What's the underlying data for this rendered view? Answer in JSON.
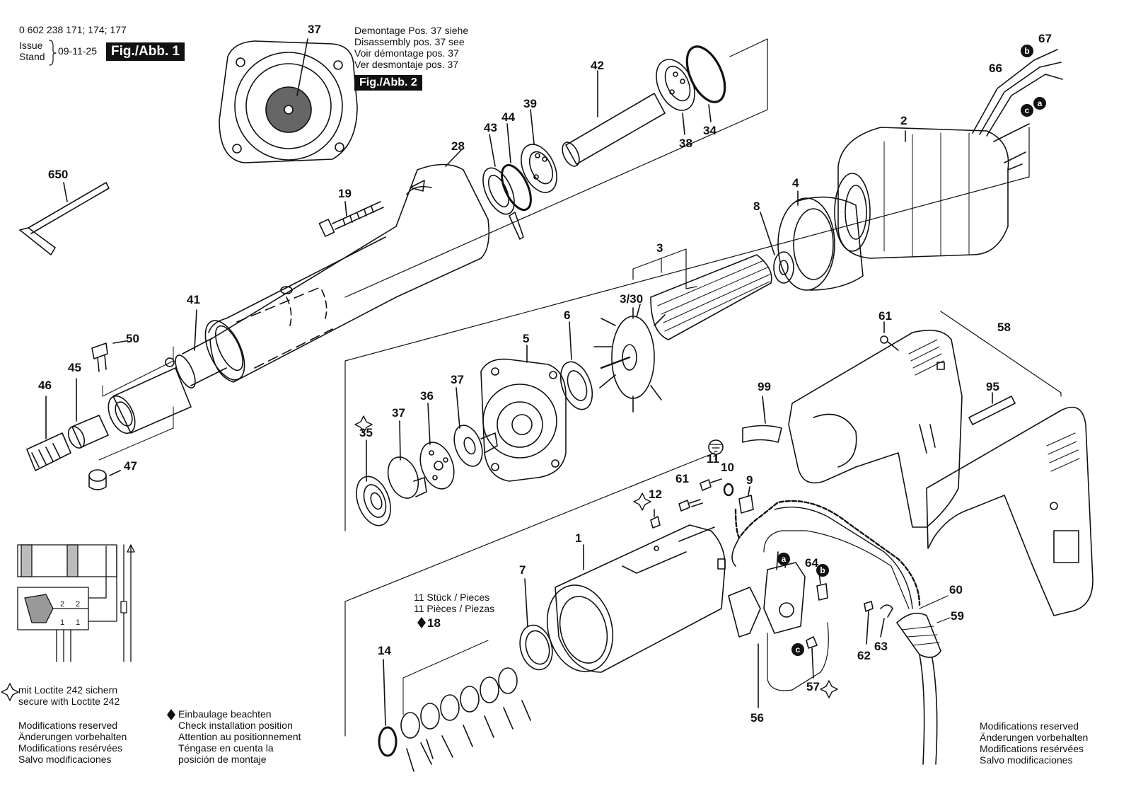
{
  "header": {
    "part_numbers": "0 602 238 171; 174; 177",
    "issue_label": "Issue",
    "stand_label": "Stand",
    "date": "09-11-25",
    "fig1": "Fig./Abb. 1",
    "fig2": "Fig./Abb. 2"
  },
  "disassembly_note": [
    "Demontage Pos. 37 siehe",
    "Disassembly pos. 37 see",
    "Voir démontage pos. 37",
    "Ver desmontaje pos. 37"
  ],
  "pieces_note": [
    "11 Stück / Pieces",
    "11 Pièces / Piezas"
  ],
  "loctite_note": [
    "mit Loctite 242 sichern",
    "secure with Loctite 242"
  ],
  "modifications_left": [
    "Modifications reserved",
    "Änderungen vorbehalten",
    "Modifications resérvées",
    "Salvo modificaciones"
  ],
  "install_note": [
    "Einbaulage beachten",
    "Check installation position",
    "Attention au positionnement",
    "Téngase en cuenta la",
    "posición de montaje"
  ],
  "modifications_right": [
    "Modifications reserved",
    "Änderungen vorbehalten",
    "Modifications resérvées",
    "Salvo modificaciones"
  ],
  "wiring_labels": {
    "t1": "2",
    "t2": "2",
    "t3": "1",
    "t4": "1"
  },
  "wire_markers": {
    "a": "a",
    "b": "b",
    "c": "c"
  },
  "colors": {
    "ink": "#111111",
    "paper": "#ffffff",
    "grey": "#bfbfbf"
  },
  "callouts": [
    {
      "id": "37a",
      "label": "37"
    },
    {
      "id": "650",
      "label": "650"
    },
    {
      "id": "19",
      "label": "19"
    },
    {
      "id": "28",
      "label": "28"
    },
    {
      "id": "43",
      "label": "43"
    },
    {
      "id": "44",
      "label": "44"
    },
    {
      "id": "39",
      "label": "39"
    },
    {
      "id": "42",
      "label": "42"
    },
    {
      "id": "38",
      "label": "38"
    },
    {
      "id": "34",
      "label": "34"
    },
    {
      "id": "67",
      "label": "67"
    },
    {
      "id": "66",
      "label": "66"
    },
    {
      "id": "2",
      "label": "2"
    },
    {
      "id": "4",
      "label": "4"
    },
    {
      "id": "8",
      "label": "8"
    },
    {
      "id": "3",
      "label": "3"
    },
    {
      "id": "3/30",
      "label": "3/30"
    },
    {
      "id": "41",
      "label": "41"
    },
    {
      "id": "50",
      "label": "50"
    },
    {
      "id": "45",
      "label": "45"
    },
    {
      "id": "46",
      "label": "46"
    },
    {
      "id": "47",
      "label": "47"
    },
    {
      "id": "6",
      "label": "6"
    },
    {
      "id": "5",
      "label": "5"
    },
    {
      "id": "37b",
      "label": "37"
    },
    {
      "id": "36",
      "label": "36"
    },
    {
      "id": "37c",
      "label": "37"
    },
    {
      "id": "35",
      "label": "35"
    },
    {
      "id": "61a",
      "label": "61"
    },
    {
      "id": "58",
      "label": "58"
    },
    {
      "id": "99",
      "label": "99"
    },
    {
      "id": "95",
      "label": "95"
    },
    {
      "id": "11",
      "label": "11"
    },
    {
      "id": "10",
      "label": "10"
    },
    {
      "id": "9",
      "label": "9"
    },
    {
      "id": "61b",
      "label": "61"
    },
    {
      "id": "12",
      "label": "12"
    },
    {
      "id": "1",
      "label": "1"
    },
    {
      "id": "7",
      "label": "7"
    },
    {
      "id": "18",
      "label": "18"
    },
    {
      "id": "14",
      "label": "14"
    },
    {
      "id": "64",
      "label": "64"
    },
    {
      "id": "60",
      "label": "60"
    },
    {
      "id": "59",
      "label": "59"
    },
    {
      "id": "62",
      "label": "62"
    },
    {
      "id": "63",
      "label": "63"
    },
    {
      "id": "57",
      "label": "57"
    },
    {
      "id": "56",
      "label": "56"
    }
  ]
}
